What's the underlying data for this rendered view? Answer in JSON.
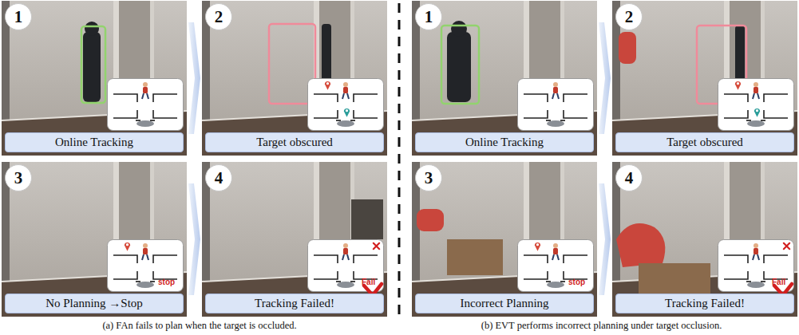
{
  "diagram": {
    "nodes": [
      {
        "text": [
          "1"
        ]
      },
      {
        "text": [
          "Online Tracking"
        ]
      },
      {
        "text": [
          "2"
        ]
      },
      {
        "text": [
          "Target obscured"
        ]
      },
      {
        "text": [
          "3"
        ]
      },
      {
        "text": [
          "No Planning →Stop"
        ]
      },
      {
        "text": [
          "4"
        ]
      },
      {
        "text": [
          "Tracking Failed!"
        ]
      },
      {
        "text": [
          "1"
        ]
      },
      {
        "text": [
          "Online Tracking"
        ]
      },
      {
        "text": [
          "2"
        ]
      },
      {
        "text": [
          "Target obscured"
        ]
      },
      {
        "text": [
          "3"
        ]
      },
      {
        "text": [
          "Incorrect Planning"
        ]
      },
      {
        "text": [
          "4"
        ]
      },
      {
        "text": [
          "Tracking Failed!"
        ]
      }
    ],
    "labels": [
      "stop",
      "Fail",
      "stop",
      "Fail",
      "(a) FAn fails to plan when the target is occluded.",
      "(b) EVT performs incorrect planning under target occlusion."
    ]
  }
}
